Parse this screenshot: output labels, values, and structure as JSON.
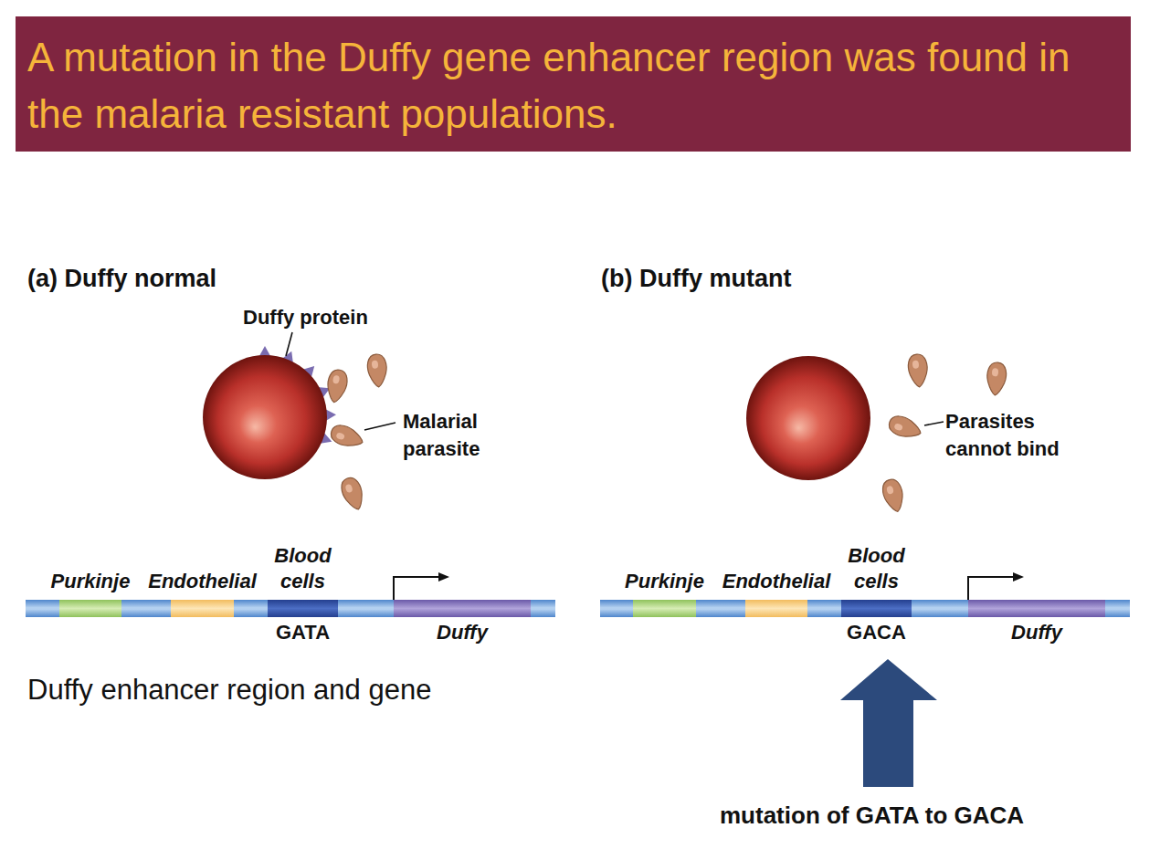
{
  "diagram": {
    "title": "A mutation in the Duffy gene enhancer region was found in the malaria resistant populations.",
    "nodes": [
      {
        "text": [
          "Purkinje"
        ]
      },
      {
        "text": [
          "Endothelial"
        ]
      },
      {
        "text": [
          "Blood cells",
          "GATA"
        ]
      },
      {
        "text": [
          "Duffy"
        ]
      },
      {
        "text": [
          "Purkinje"
        ]
      },
      {
        "text": [
          "Endothelial"
        ]
      },
      {
        "text": [
          "Blood cells",
          "GACA"
        ]
      },
      {
        "text": [
          "Duffy"
        ]
      }
    ],
    "labels": [
      "(a) Duffy normal",
      "Duffy protein",
      "Malarial parasite",
      "(b) Duffy mutant",
      "Parasites cannot bind",
      "Duffy enhancer region and gene",
      "mutation of GATA to GACA"
    ]
  }
}
